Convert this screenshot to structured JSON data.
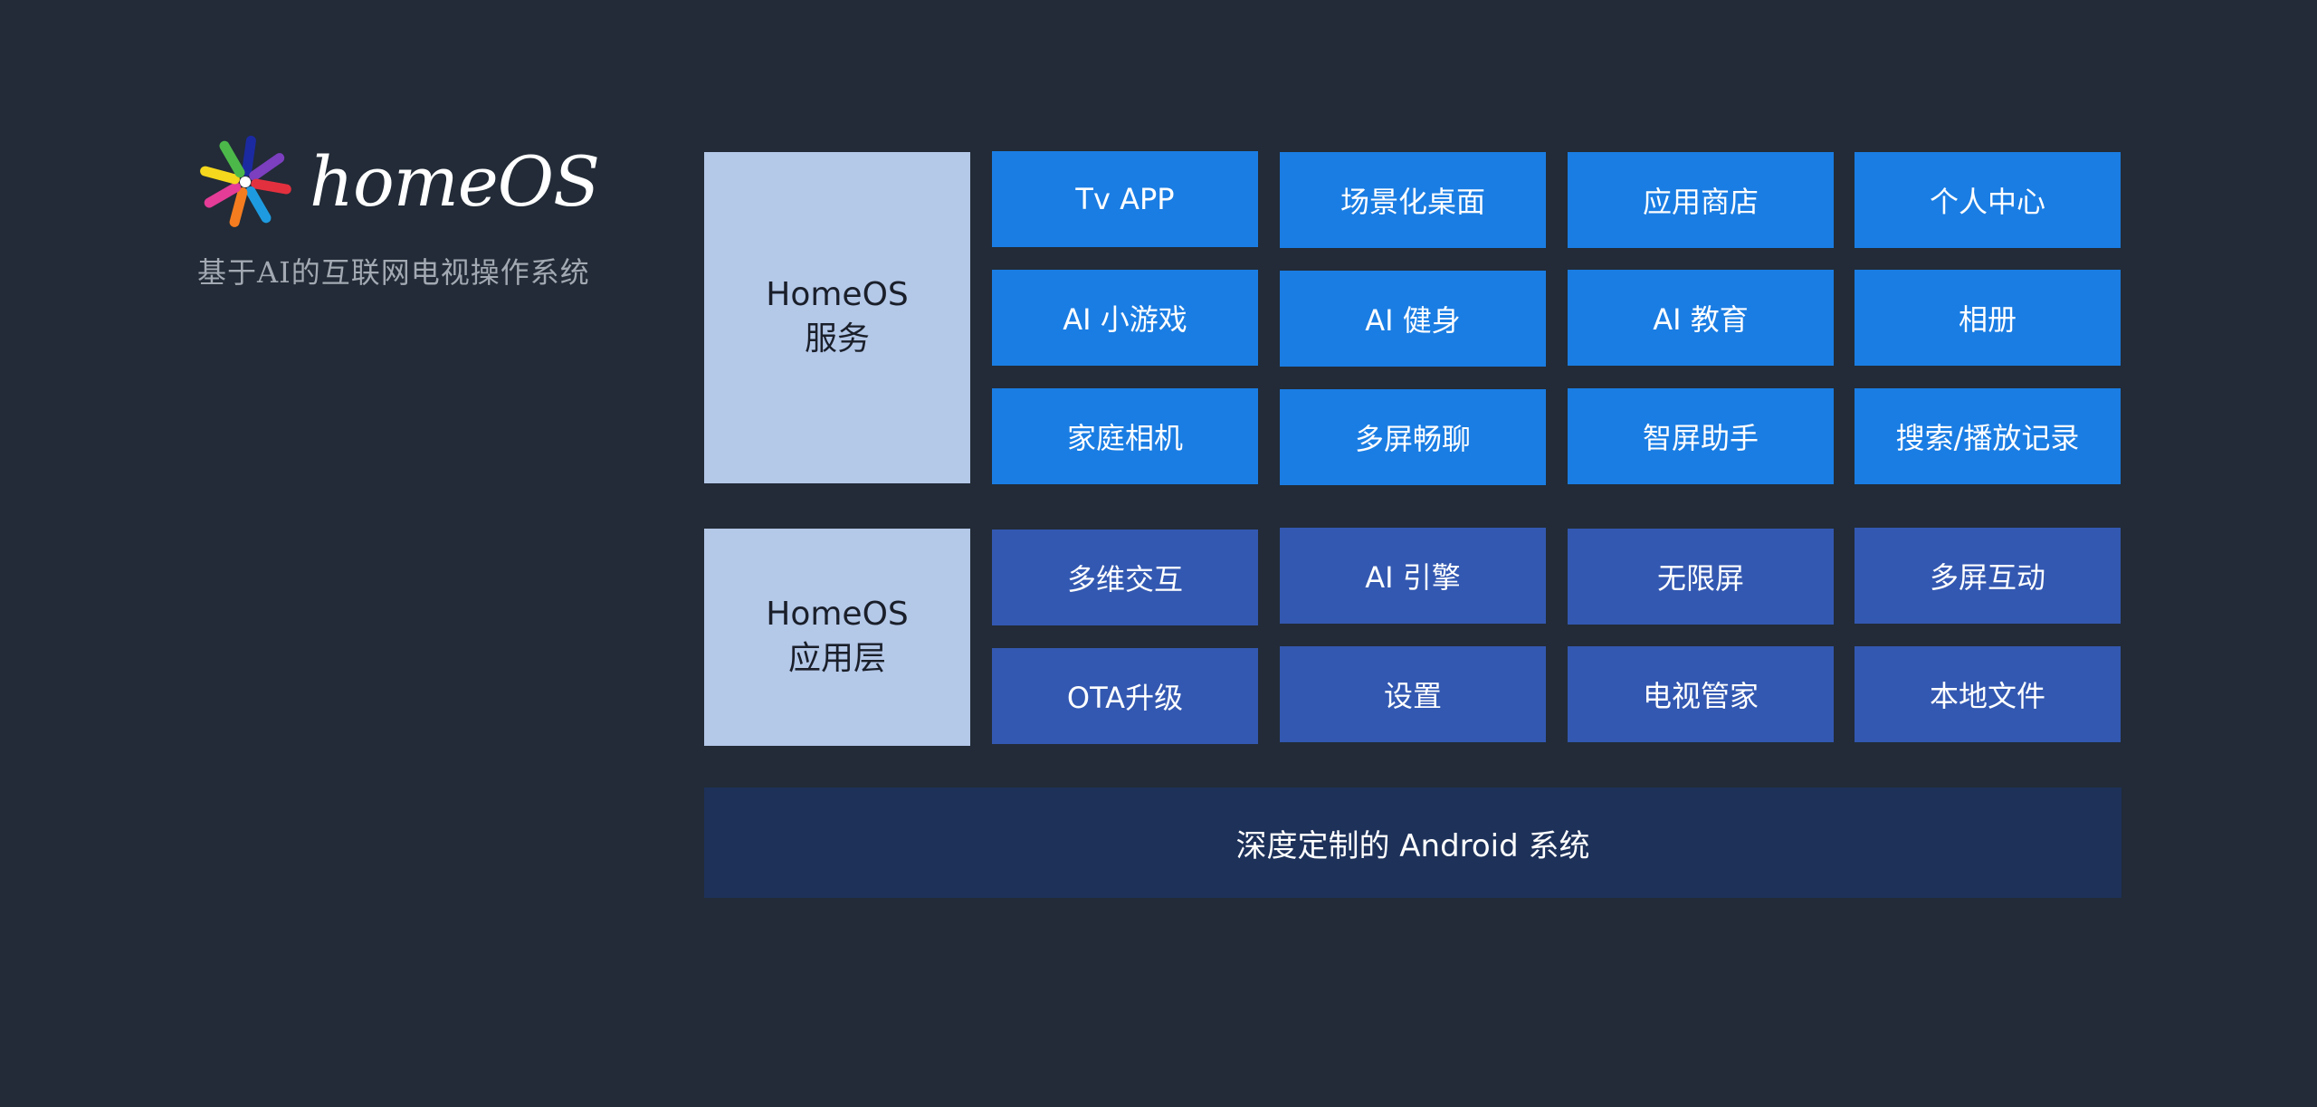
{
  "brand": {
    "name": "homeOS",
    "tagline": "基于AI的互联网电视操作系统",
    "logo_colors": [
      "#1b2aa0",
      "#7b3fbf",
      "#e3303f",
      "#1e9be0",
      "#f57c1f",
      "#e43c97",
      "#f5d71d",
      "#4cb84a"
    ]
  },
  "layers": {
    "services": {
      "label_line1": "HomeOS",
      "label_line2": "服务",
      "color": "#1a7de3",
      "items": [
        "Tv APP",
        "场景化桌面",
        "应用商店",
        "个人中心",
        "AI 小游戏",
        "AI 健身",
        "AI 教育",
        "相册",
        "家庭相机",
        "多屏畅聊",
        "智屏助手",
        "搜索/播放记录"
      ]
    },
    "app_layer": {
      "label_line1": "HomeOS",
      "label_line2": "应用层",
      "color": "#3358b1",
      "items": [
        "多维交互",
        "AI 引擎",
        "无限屏",
        "多屏互动",
        "OTA升级",
        "设置",
        "电视管家",
        "本地文件"
      ]
    },
    "base": {
      "label": "深度定制的 Android 系统",
      "color": "#1d3159"
    }
  }
}
